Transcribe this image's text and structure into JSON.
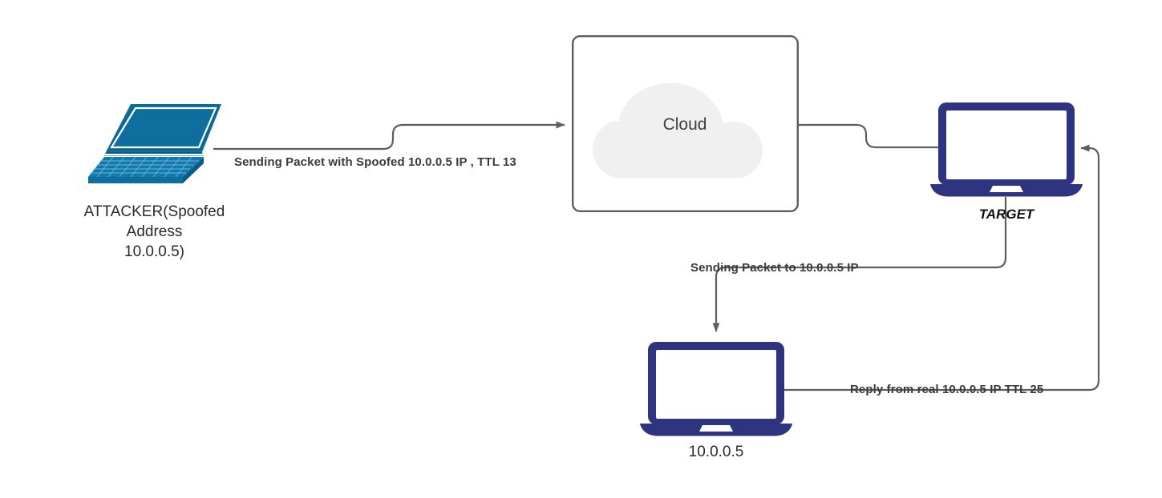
{
  "diagram": {
    "title": "IP Spoofing Attack Flow",
    "background": "#ffffff",
    "colors": {
      "attacker_device": "#0e6e9e",
      "target_device": "#2e3480",
      "victim_device": "#2e3480",
      "connector": "#5e5e5e",
      "cloud_fill": "#f0f0f0",
      "box_border": "#5e5e5e",
      "edge_label_text": "#3b3b3b",
      "node_label_text": "#2b2b2b"
    }
  },
  "nodes": {
    "attacker": {
      "icon": "laptop-isometric-icon",
      "label_lines": [
        "ATTACKER(Spoofed",
        "Address",
        "10.0.0.5)"
      ],
      "label_line_1": "ATTACKER(Spoofed",
      "label_line_2": "Address",
      "label_line_3": "10.0.0.5)"
    },
    "cloud": {
      "icon": "cloud-icon",
      "label": "Cloud"
    },
    "target": {
      "icon": "laptop-front-icon",
      "label": "TARGET"
    },
    "victim": {
      "icon": "laptop-front-icon",
      "label": "10.0.0.5"
    }
  },
  "edges": [
    {
      "id": "attacker-to-cloud",
      "label": "Sending Packet with Spoofed 10.0.0.5 IP , TTL 13",
      "from": "attacker",
      "to": "cloud",
      "arrow": "end"
    },
    {
      "id": "cloud-to-target",
      "label": "",
      "from": "cloud",
      "to": "target",
      "arrow": "none"
    },
    {
      "id": "target-to-victim",
      "label": "Sending Packet to 10.0.0.5 IP",
      "from": "target",
      "to": "victim",
      "arrow": "end"
    },
    {
      "id": "victim-to-target",
      "label": "Reply from real 10.0.0.5 IP TTL 25",
      "from": "victim",
      "to": "target",
      "arrow": "end"
    }
  ]
}
